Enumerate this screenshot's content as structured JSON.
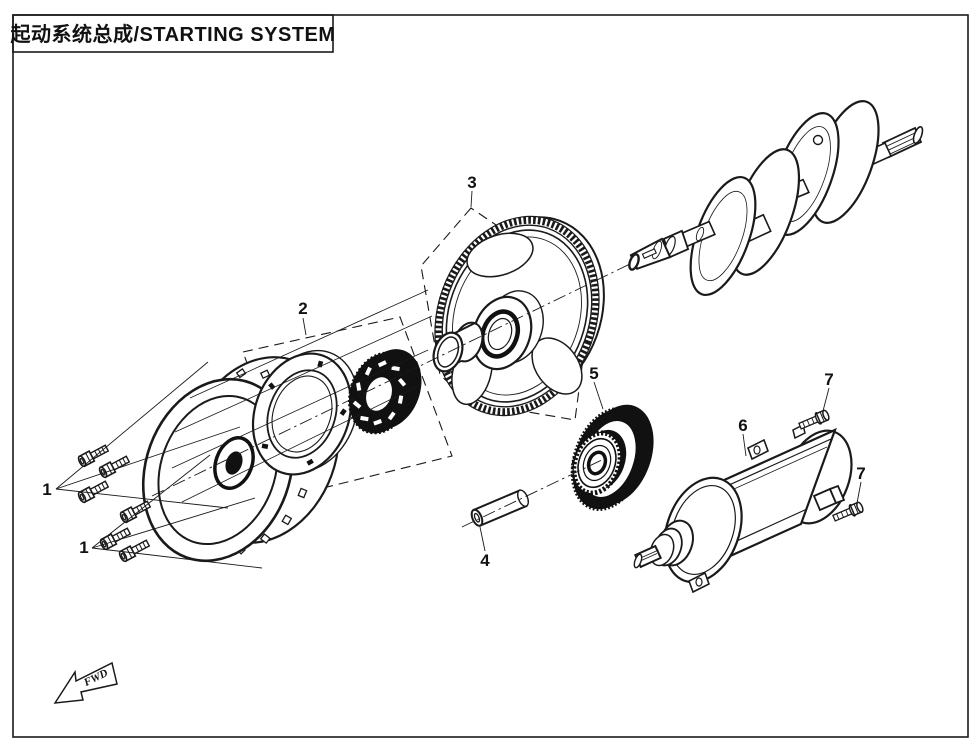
{
  "title_block": {
    "title": "起动系统总成/STARTING SYSTEM"
  },
  "colors": {
    "ink": "#1a1a1a",
    "paper": "#ffffff"
  },
  "direction_arrow": {
    "label": "FWD"
  },
  "callouts": {
    "bolts_front_a": "1",
    "bolts_front_b": "1",
    "overrunning_clutch": "2",
    "starter_driven_gear": "3",
    "idler_shaft": "4",
    "idler_gear": "5",
    "starter_motor": "6",
    "motor_bolt_upper": "7",
    "motor_bolt_lower": "7"
  }
}
